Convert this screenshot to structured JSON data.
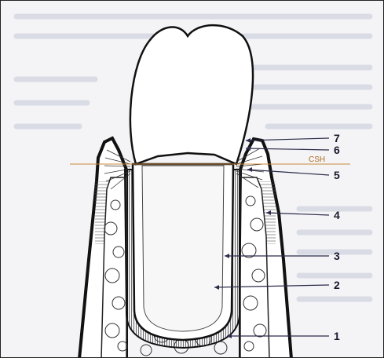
{
  "diagram": {
    "csh_label": "CSH",
    "labels": [
      {
        "id": "7",
        "text": "7"
      },
      {
        "id": "6",
        "text": "6"
      },
      {
        "id": "5",
        "text": "5"
      },
      {
        "id": "4",
        "text": "4"
      },
      {
        "id": "3",
        "text": "3"
      },
      {
        "id": "2",
        "text": "2"
      },
      {
        "id": "1",
        "text": "1"
      }
    ],
    "colors": {
      "outline": "#111111",
      "leader": "#2b2b4a",
      "csh_line": "#c8883a",
      "background_text": "#c9ccd6"
    }
  }
}
